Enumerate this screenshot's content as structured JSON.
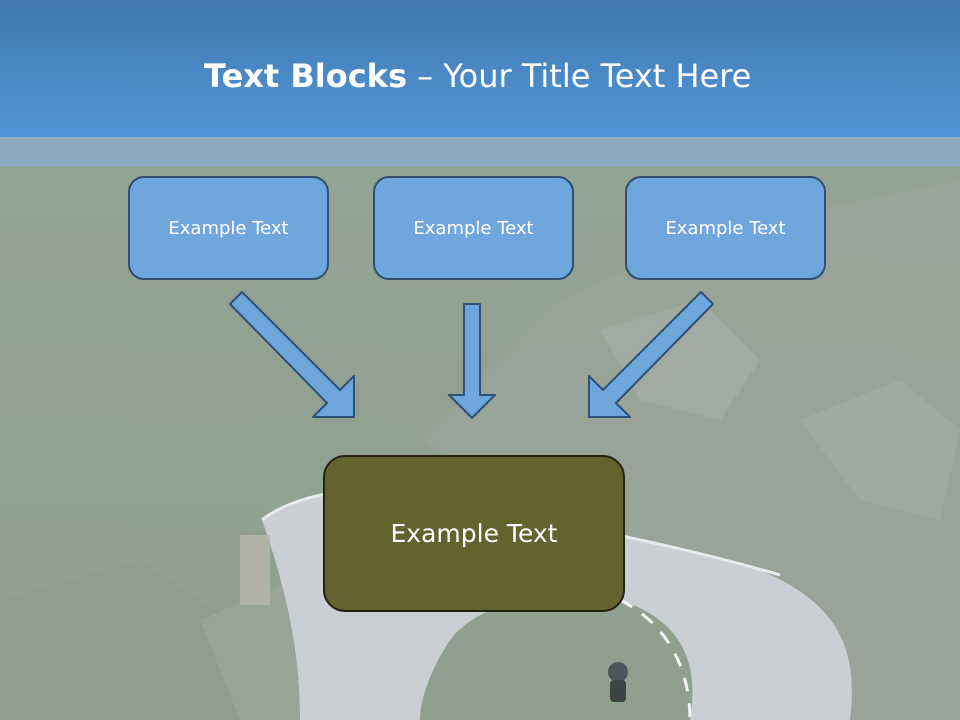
{
  "slide": {
    "title_bold": "Text Blocks",
    "title_rest": " – Your Title Text Here",
    "blocks": [
      {
        "label": "Example Text"
      },
      {
        "label": "Example Text"
      },
      {
        "label": "Example Text"
      }
    ],
    "target": {
      "label": "Example Text"
    }
  },
  "colors": {
    "header": "#4a89c6",
    "small_box_fill": "#6fa6dc",
    "small_box_border": "#2f4f76",
    "target_fill": "#636330",
    "arrow_fill": "#6fa6dc"
  }
}
